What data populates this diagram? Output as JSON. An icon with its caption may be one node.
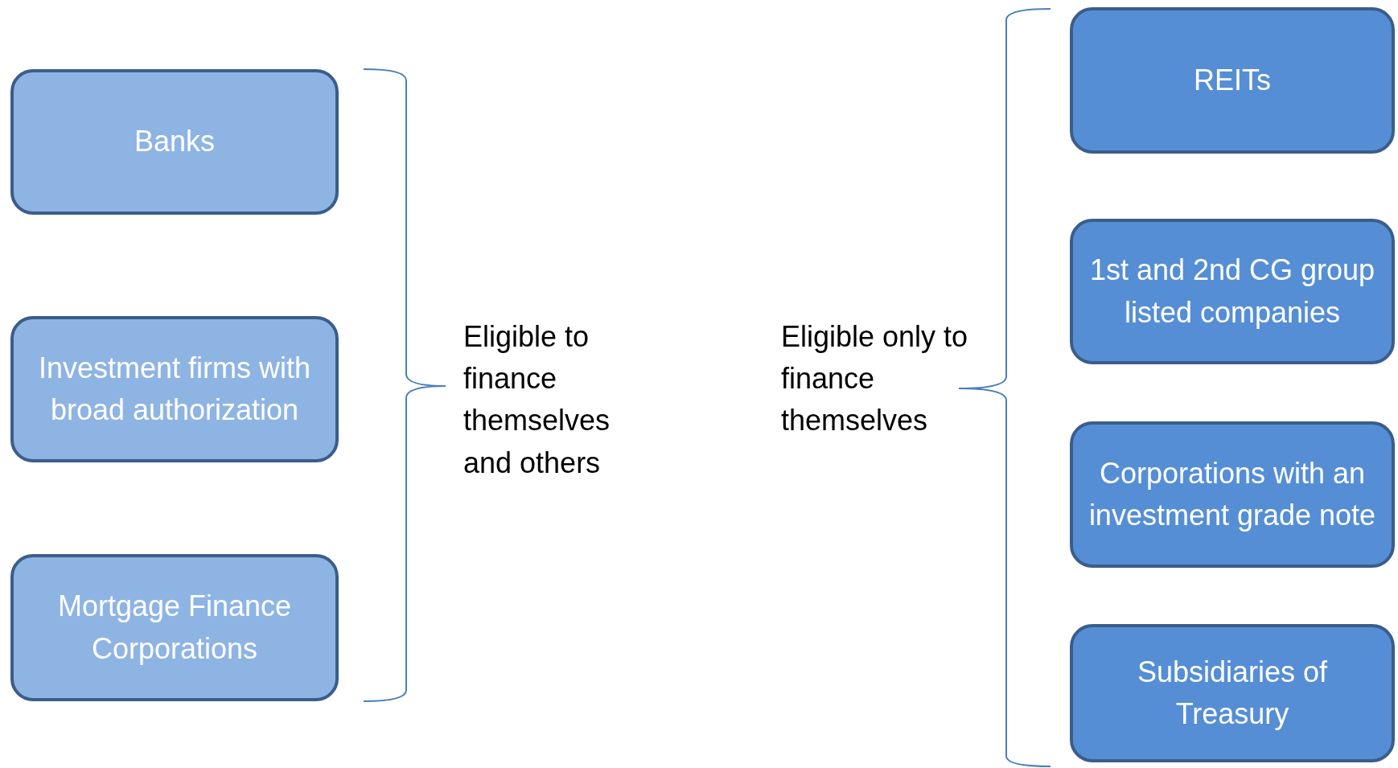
{
  "diagram": {
    "nodes": [
      {
        "text": [
          "Banks"
        ]
      },
      {
        "text": [
          "Investment firms with broad authorization"
        ]
      },
      {
        "text": [
          "Mortgage Finance Corporations"
        ]
      },
      {
        "text": [
          "REITs"
        ]
      },
      {
        "text": [
          "1st and 2nd CG group listed companies"
        ]
      },
      {
        "text": [
          "Corporations with an investment grade note"
        ]
      },
      {
        "text": [
          "Subsidiaries of Treasury"
        ]
      }
    ],
    "edges": [],
    "labels": [
      "Eligible to finance themselves and others",
      "Eligible only to finance themselves"
    ]
  }
}
